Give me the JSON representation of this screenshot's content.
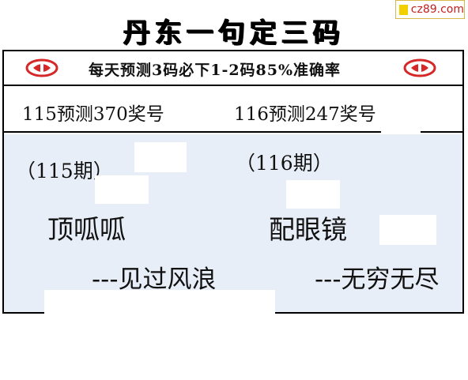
{
  "title": "丹东一句定三码",
  "watermark": {
    "text": "cz89.com",
    "square_color": "#f2d000",
    "text_color": "#c02020"
  },
  "banner": {
    "text": "每天预测3码必下1-2码85%准确率",
    "logo_color": "#d62828"
  },
  "predictions": {
    "left": "115预测370奖号",
    "right": "116预测247奖号"
  },
  "periods": {
    "left": "（115期）",
    "right": "（116期）"
  },
  "phrases": {
    "left": "顶呱呱",
    "right": "配眼镜",
    "left_sub": "---见过风浪",
    "right_sub": "---无穷无尽"
  },
  "colors": {
    "content_bg": "#e8eef7",
    "border": "#000000"
  }
}
